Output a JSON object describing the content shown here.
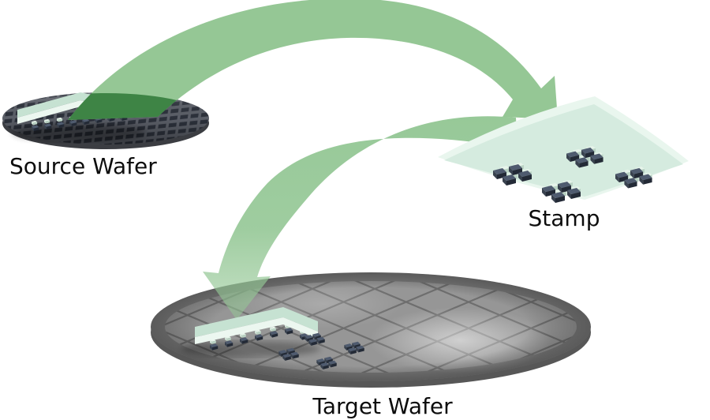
{
  "diagram": {
    "labels": {
      "source_wafer": "Source Wafer",
      "stamp": "Stamp",
      "target_wafer": "Target Wafer"
    },
    "colors": {
      "background": "#ffffff",
      "arrow_green": "#95c795",
      "arrow_green_dark_on_wafer": "#1d6b27",
      "stamp_mint": "#d5ebdf",
      "stamp_mint_light": "#e9f6ee",
      "chip_dark": "#232a36",
      "chip_top": "#4f5b6f",
      "source_wafer_gray": "#5b5f68",
      "target_wafer_gray": "#7b7b7b",
      "target_die_gray": "#969696",
      "label_text": "#0d0d0d"
    },
    "flow": [
      {
        "from": "Source Wafer",
        "to": "Stamp"
      },
      {
        "from": "Stamp",
        "to": "Target Wafer"
      }
    ]
  }
}
